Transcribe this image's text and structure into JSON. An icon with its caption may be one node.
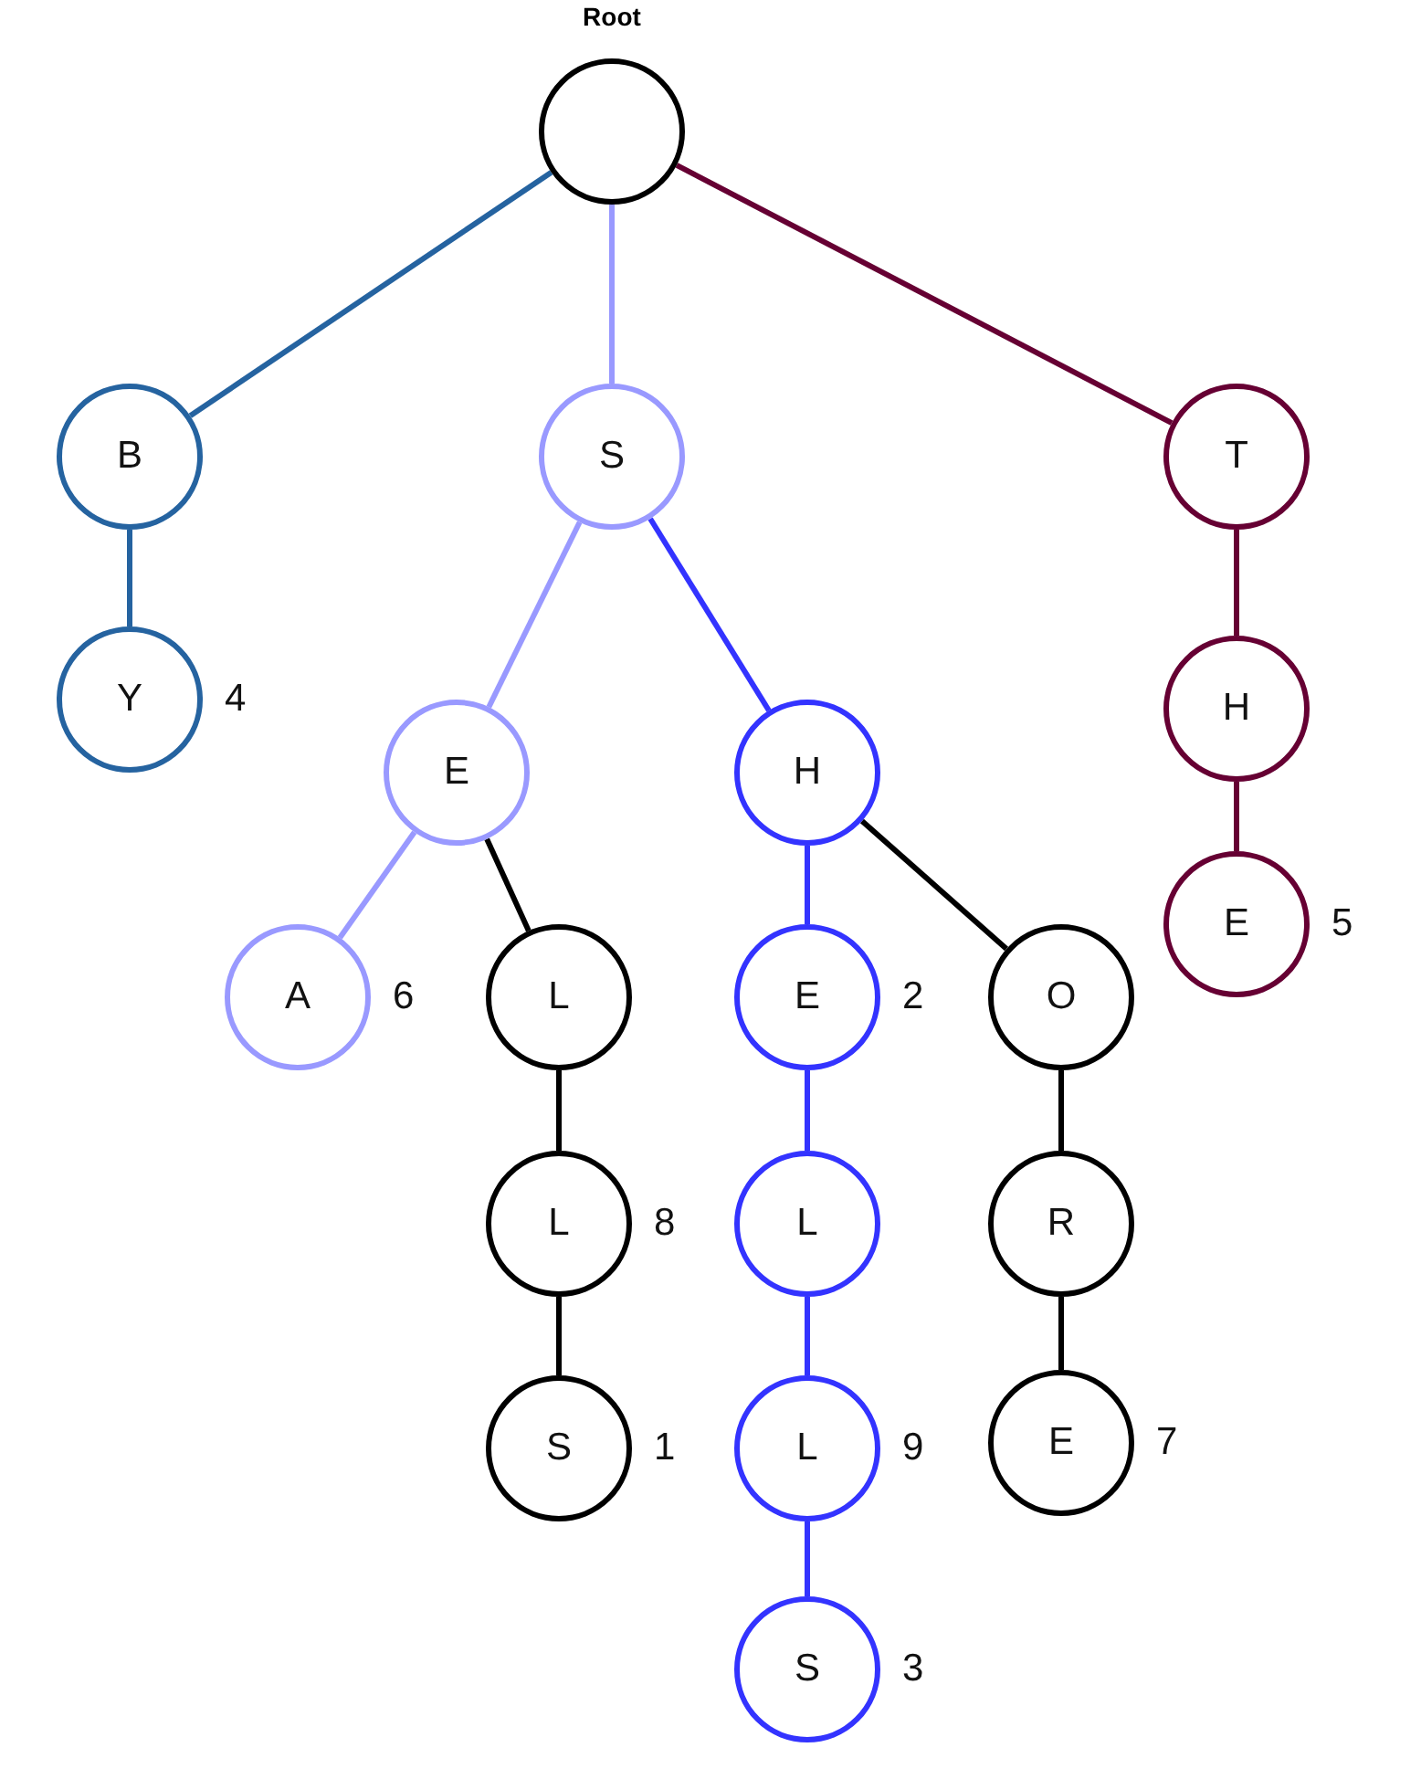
{
  "diagram": {
    "nodes": [
      {
        "text": [
          "Root"
        ]
      },
      {
        "text": [
          "B"
        ]
      },
      {
        "text": [
          "S"
        ]
      },
      {
        "text": [
          "T"
        ]
      },
      {
        "text": [
          "Y"
        ],
        "beside": [
          "4"
        ]
      },
      {
        "text": [
          "E"
        ]
      },
      {
        "text": [
          "H"
        ]
      },
      {
        "text": [
          "H"
        ]
      },
      {
        "text": [
          "A"
        ],
        "beside": [
          "6"
        ]
      },
      {
        "text": [
          "L"
        ]
      },
      {
        "text": [
          "E"
        ],
        "beside": [
          "2"
        ]
      },
      {
        "text": [
          "O"
        ]
      },
      {
        "text": [
          "E"
        ],
        "beside": [
          "5"
        ]
      },
      {
        "text": [
          "L"
        ],
        "beside": [
          "8"
        ]
      },
      {
        "text": [
          "L"
        ]
      },
      {
        "text": [
          "R"
        ]
      },
      {
        "text": [
          "S"
        ],
        "beside": [
          "1"
        ]
      },
      {
        "text": [
          "L"
        ],
        "beside": [
          "9"
        ]
      },
      {
        "text": [
          "E"
        ],
        "beside": [
          "7"
        ]
      },
      {
        "text": [
          "S"
        ],
        "beside": [
          "3"
        ]
      }
    ],
    "edges": [
      {
        "from": 0,
        "to": 1,
        "arrow": "none",
        "color": "#2563a0"
      },
      {
        "from": 0,
        "to": 2,
        "arrow": "none",
        "color": "#9999ff"
      },
      {
        "from": 0,
        "to": 3,
        "arrow": "none",
        "color": "#660033"
      },
      {
        "from": 1,
        "to": 4,
        "arrow": "none",
        "color": "#2563a0"
      },
      {
        "from": 2,
        "to": 5,
        "arrow": "none",
        "color": "#9999ff"
      },
      {
        "from": 2,
        "to": 6,
        "arrow": "none",
        "color": "#3333ff"
      },
      {
        "from": 3,
        "to": 7,
        "arrow": "none",
        "color": "#660033"
      },
      {
        "from": 5,
        "to": 8,
        "arrow": "none",
        "color": "#9999ff"
      },
      {
        "from": 5,
        "to": 9,
        "arrow": "none"
      },
      {
        "from": 6,
        "to": 10,
        "arrow": "none",
        "color": "#3333ff"
      },
      {
        "from": 6,
        "to": 11,
        "arrow": "none"
      },
      {
        "from": 7,
        "to": 12,
        "arrow": "none",
        "color": "#660033"
      },
      {
        "from": 9,
        "to": 13,
        "arrow": "none"
      },
      {
        "from": 10,
        "to": 14,
        "arrow": "none",
        "color": "#3333ff"
      },
      {
        "from": 11,
        "to": 15,
        "arrow": "none"
      },
      {
        "from": 13,
        "to": 16,
        "arrow": "none"
      },
      {
        "from": 14,
        "to": 17,
        "arrow": "none",
        "color": "#3333ff"
      },
      {
        "from": 15,
        "to": 18,
        "arrow": "none"
      },
      {
        "from": 17,
        "to": 19,
        "arrow": "none",
        "color": "#3333ff"
      }
    ]
  }
}
